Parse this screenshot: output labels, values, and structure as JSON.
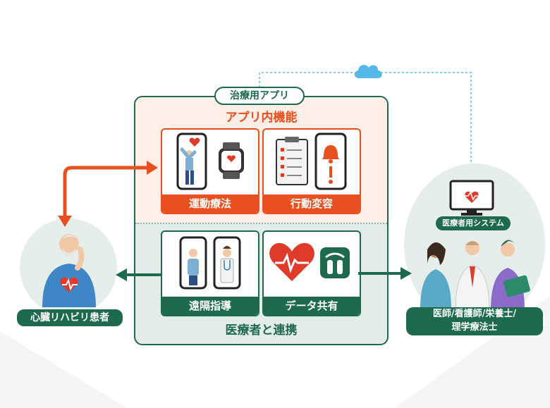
{
  "app_title": "治療用アプリ",
  "features_title": "アプリ内機能",
  "features": [
    {
      "label": "運動療法"
    },
    {
      "label": "行動変容"
    }
  ],
  "collab": [
    {
      "label": "遠隔指導"
    },
    {
      "label": "データ共有"
    }
  ],
  "collab_title": "医療者と連携",
  "patient_label": "心臓リハビリ患者",
  "system_label": "医療者用システム",
  "staff_label_line1": "医師/看護師/栄養士/",
  "staff_label_line2": "理学療法士",
  "colors": {
    "orange": "#e8501f",
    "green": "#1e6a4d",
    "panel_orange": "#fdeee8",
    "panel_green": "#e3ecea",
    "cloud": "#56b8e6"
  }
}
